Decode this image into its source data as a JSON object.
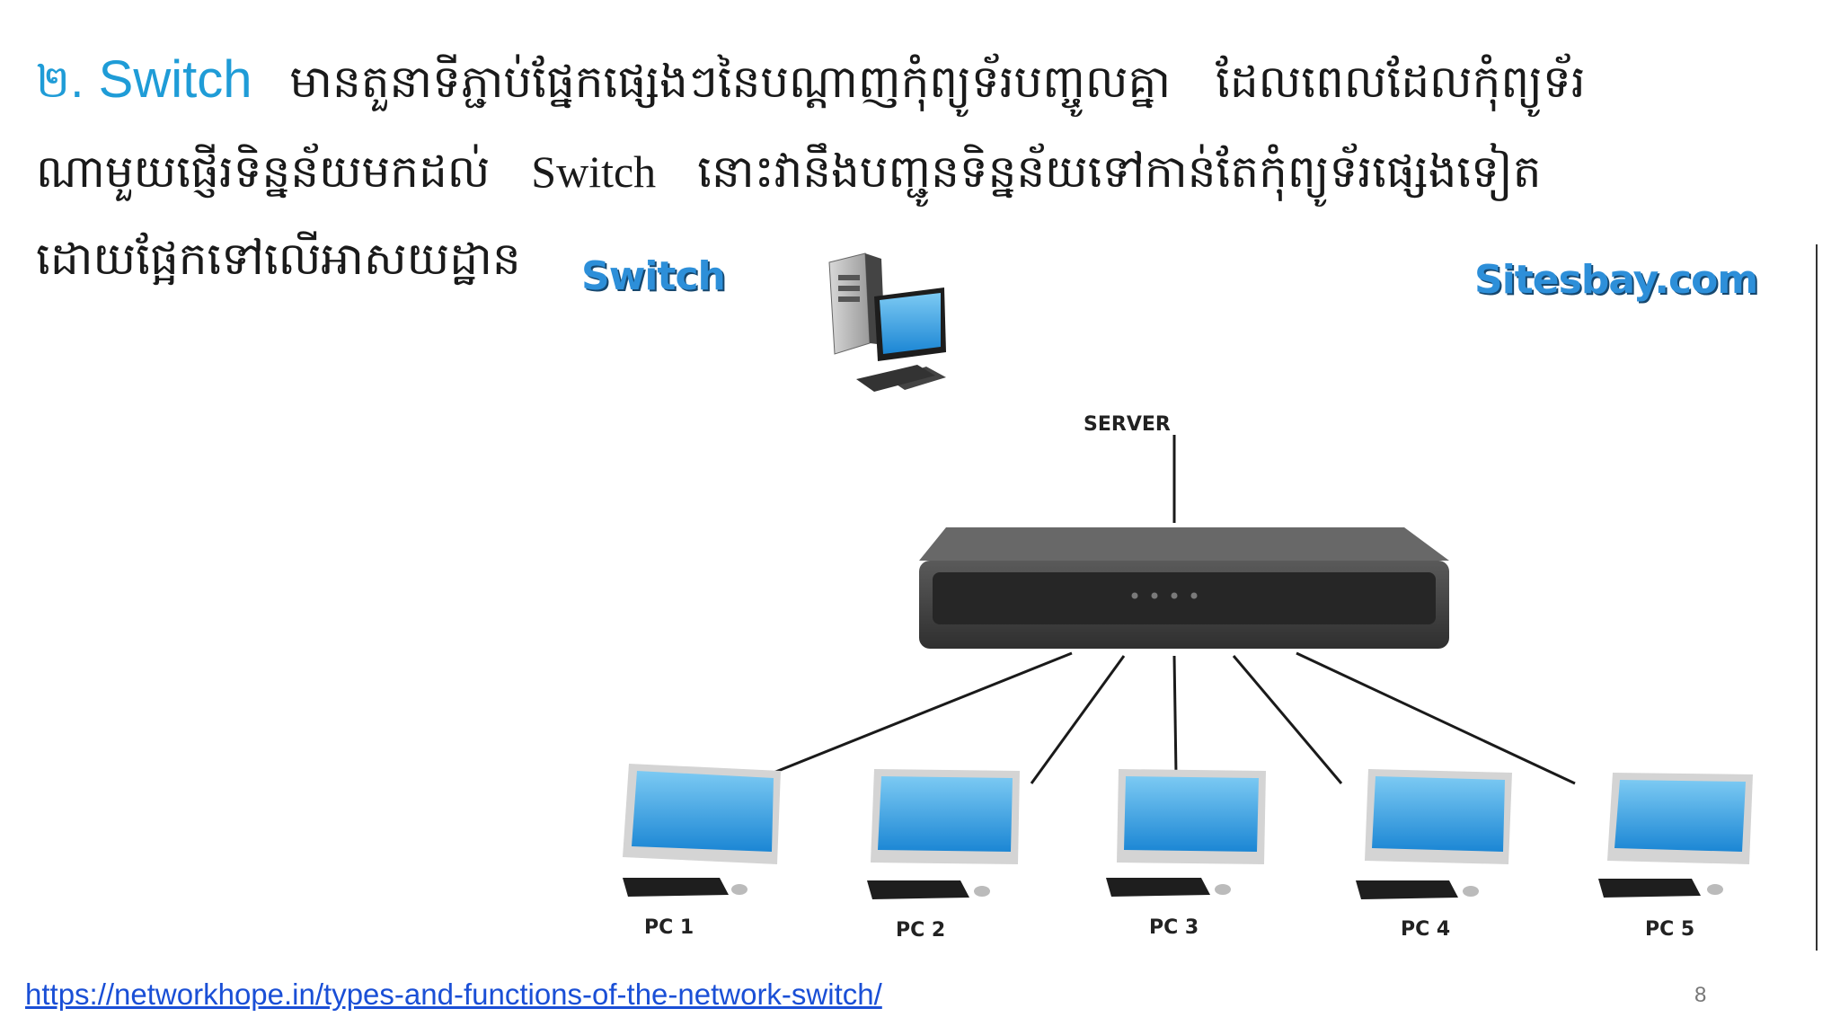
{
  "paragraph": {
    "number": "២.",
    "switch_term": "Switch",
    "line1_rest": "មានតួនាទីភ្ជាប់ផ្នែកផ្សេងៗនៃបណ្តាញកុំព្យូទ័របញ្ចូលគ្នា",
    "line1_end": "ដែលពេលដែលកុំព្យូទ័រ",
    "line2_start": "ណាមួយផ្ញើរទិន្នន័យមកដល់",
    "line2_switch": "Switch",
    "line2_rest": "នោះវានឹងបញ្ជូនទិន្នន័យទៅកាន់តែកុំព្យូទ័រផ្សេងទៀត",
    "line3": "ដោយផ្អែកទៅលើអាសយដ្ឋាន"
  },
  "figure": {
    "title_left": "Switch",
    "title_right": "Sitesbay.com",
    "server_label": "SERVER",
    "pcs": [
      "PC 1",
      "PC 2",
      "PC 3",
      "PC 4",
      "PC 5"
    ],
    "colors": {
      "screen": "#2a9be0",
      "switch_body": "#3d3d3d",
      "title": "#2d8fd9"
    }
  },
  "footer": {
    "source_url": "https://networkhope.in/types-and-functions-of-the-network-switch/",
    "page_number": "8"
  }
}
